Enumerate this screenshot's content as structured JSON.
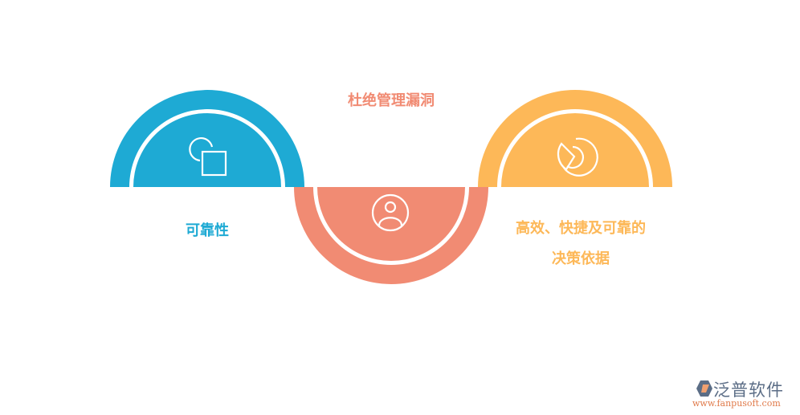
{
  "colors": {
    "blue": "#1eaad4",
    "salmon": "#f18b73",
    "orange": "#fdb858",
    "background": "#ffffff"
  },
  "stages": [
    {
      "id": "reliability",
      "label": "可靠性",
      "icon": "shapes-circle-square-icon",
      "color": "#1eaad4",
      "orientation": "up"
    },
    {
      "id": "plug-loopholes",
      "label": "杜绝管理漏洞",
      "icon": "user-circle-icon",
      "color": "#f18b73",
      "orientation": "down"
    },
    {
      "id": "decision-basis",
      "label_line1": "高效、快捷及可靠的",
      "label_line2": "决策依据",
      "icon": "pie-chart-icon",
      "color": "#fdb858",
      "orientation": "up"
    }
  ],
  "logo": {
    "name": "泛普软件",
    "url": "www.fanpusoft.com"
  }
}
